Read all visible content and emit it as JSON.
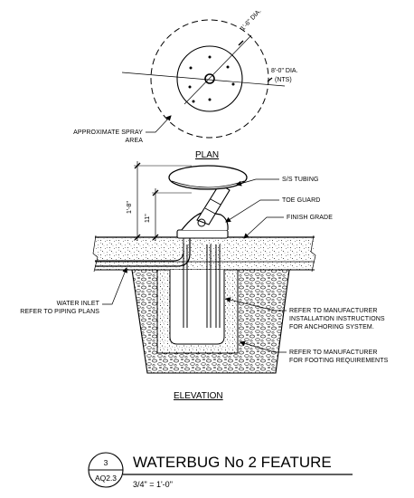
{
  "plan": {
    "title": "PLAN",
    "dia_small": "1'-6\" DIA.",
    "dia_large": "8'-0\" DIA.",
    "nts": "(NTS)",
    "spray_label_1": "APPROXIMATE SPRAY",
    "spray_label_2": "AREA"
  },
  "elevation": {
    "title": "ELEVATION",
    "dim_overall": "1'-8\"",
    "dim_inner": "11\"",
    "callouts": {
      "ss_tubing": "S/S TUBING",
      "toe_guard": "TOE GUARD",
      "finish_grade": "FINISH GRADE",
      "water_inlet_1": "WATER INLET",
      "water_inlet_2": "REFER TO PIPING PLANS",
      "anchor_1": "REFER TO MANUFACTURER",
      "anchor_2": "INSTALLATION INSTRUCTIONS",
      "anchor_3": "FOR ANCHORING SYSTEM.",
      "footing_1": "REFER TO MANUFACTURER",
      "footing_2": "FOR FOOTING REQUIREMENTS"
    }
  },
  "title_block": {
    "detail_number": "3",
    "sheet_number": "AQ2.3",
    "title": "WATERBUG No 2 FEATURE",
    "scale": "3/4\" = 1'-0\""
  }
}
